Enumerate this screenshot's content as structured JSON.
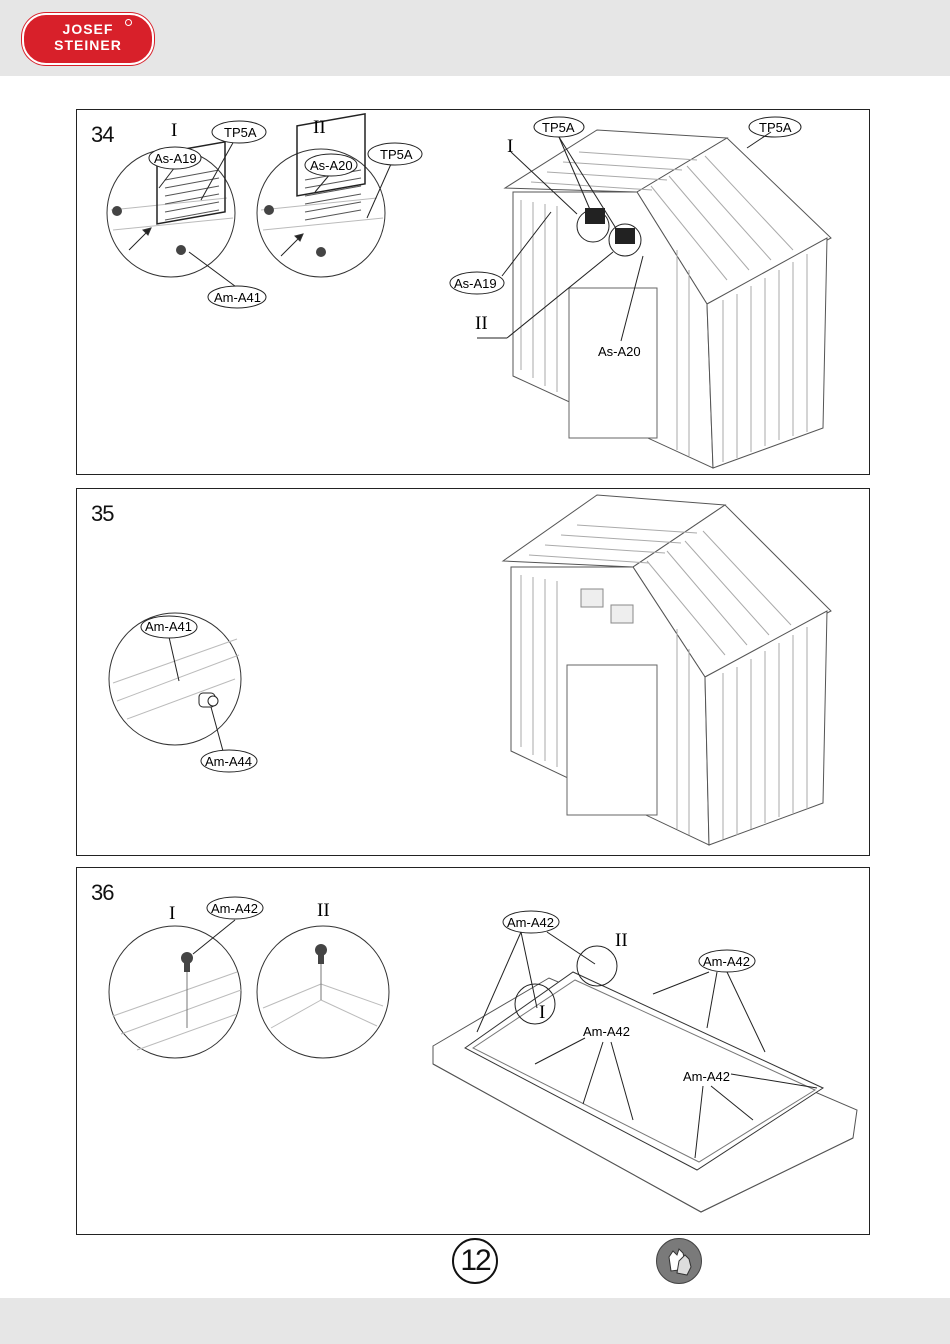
{
  "brand": {
    "line1": "JOSEF",
    "line2": "STEINER"
  },
  "steps": [
    {
      "number": "34",
      "labels": {
        "detail_1": "I",
        "detail_2": "II",
        "main_1": "I",
        "main_2": "II",
        "tp5a_1": "TP5A",
        "tp5a_2": "TP5A",
        "tp5a_3": "TP5A",
        "tp5a_4": "TP5A",
        "as_a19_detail": "As-A19",
        "as_a20_detail": "As-A20",
        "am_a41": "Am-A41",
        "as_a19_main": "As-A19",
        "as_a20_main": "As-A20"
      }
    },
    {
      "number": "35",
      "labels": {
        "am_a41": "Am-A41",
        "am_a44": "Am-A44"
      }
    },
    {
      "number": "36",
      "labels": {
        "detail_1": "I",
        "detail_2": "II",
        "am_a42_detail": "Am-A42",
        "main_1": "I",
        "main_2": "II",
        "am_a42_a": "Am-A42",
        "am_a42_b": "Am-A42",
        "am_a42_c": "Am-A42",
        "am_a42_d": "Am-A42"
      }
    }
  ],
  "footer": {
    "page_number": "12",
    "icon": "gloves-icon"
  }
}
